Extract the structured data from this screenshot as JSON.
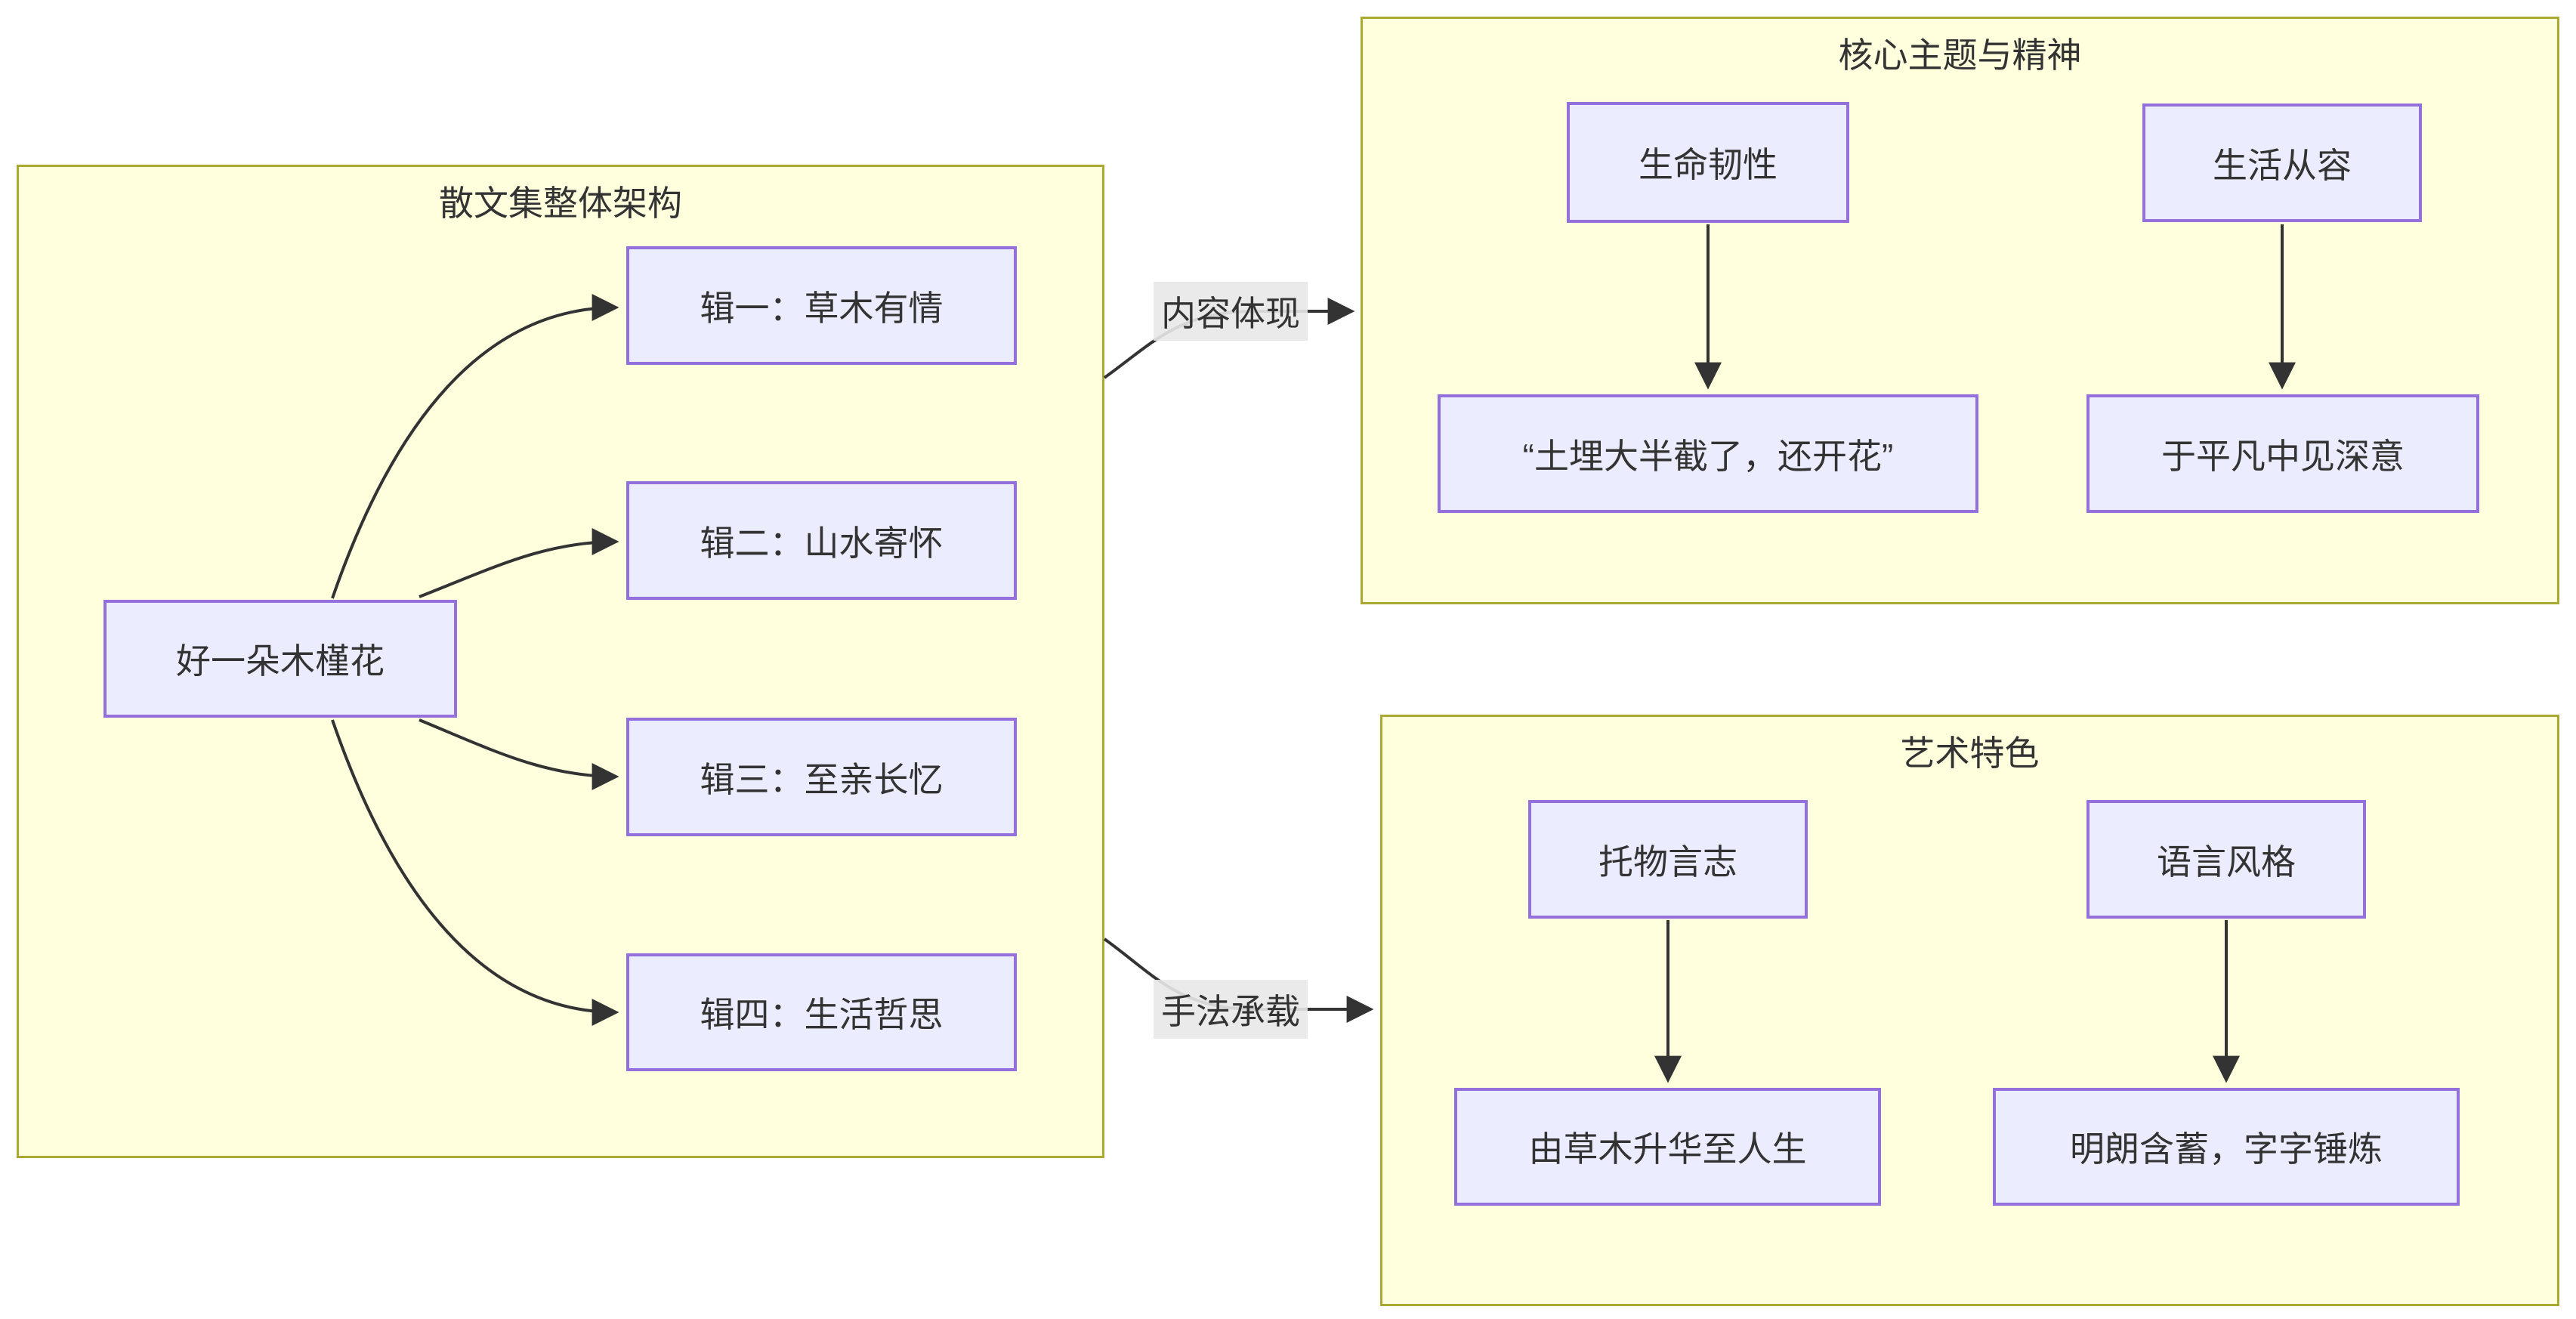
{
  "diagram": {
    "type": "flowchart",
    "containers": {
      "structure": {
        "title": "散文集整体架构"
      },
      "themes": {
        "title": "核心主题与精神"
      },
      "art": {
        "title": "艺术特色"
      }
    },
    "nodes": {
      "root": "好一朵木槿花",
      "vol1": "辑一：草木有情",
      "vol2": "辑二：山水寄怀",
      "vol3": "辑三：至亲长忆",
      "vol4": "辑四：生活哲思",
      "resilience": "生命韧性",
      "resilience_detail": "“土埋大半截了，还开花”",
      "ease": "生活从容",
      "ease_detail": "于平凡中见深意",
      "symbolism": "托物言志",
      "symbolism_detail": "由草木升华至人生",
      "language": "语言风格",
      "language_detail": "明朗含蓄，字字锤炼"
    },
    "edge_labels": {
      "content": "内容体现",
      "technique": "手法承载"
    },
    "colors": {
      "container_fill": "#ffffde",
      "container_border": "#aaaa33",
      "node_fill": "#ececff",
      "node_border": "#9370db",
      "edge_stroke": "#333333",
      "text": "#333333",
      "edge_label_bg": "#e8e8e8"
    }
  }
}
